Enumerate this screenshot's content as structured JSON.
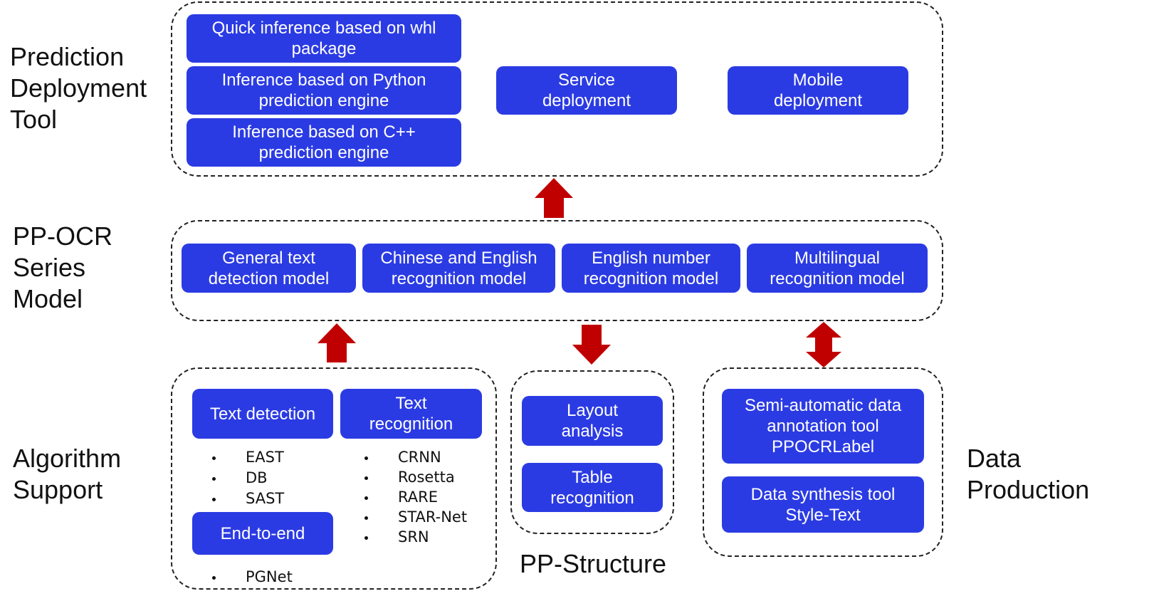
{
  "labels": {
    "prediction_deployment": "Prediction\nDeployment\nTool",
    "ppocr_series": "PP-OCR\nSeries\nModel",
    "algorithm_support": "Algorithm\nSupport",
    "data_production": "Data\nProduction",
    "pp_structure": "PP-Structure"
  },
  "deployment": {
    "whl": "Quick inference based on whl\npackage",
    "python": "Inference based on Python\nprediction engine",
    "cpp": "Inference based on C++\nprediction engine",
    "service": "Service\ndeployment",
    "mobile": "Mobile\ndeployment"
  },
  "models": {
    "detection": "General text\ndetection model",
    "chinese_english": "Chinese and English\nrecognition model",
    "english_number": "English number\nrecognition model",
    "multilingual": "Multilingual\nrecognition model"
  },
  "algorithms": {
    "text_detection": "Text detection",
    "text_recognition": "Text\nrecognition",
    "end_to_end": "End-to-end",
    "detection_items": [
      "EAST",
      "DB",
      "SAST"
    ],
    "recognition_items": [
      "CRNN",
      "Rosetta",
      "RARE",
      "STAR-Net",
      "SRN"
    ],
    "end_to_end_items": [
      "PGNet"
    ]
  },
  "structure": {
    "layout": "Layout\nanalysis",
    "table": "Table\nrecognition"
  },
  "data": {
    "ppocrlabel": "Semi-automatic data\nannotation tool\nPPOCRLabel",
    "style_text": "Data synthesis tool\nStyle-Text"
  },
  "colors": {
    "box": "#2b3be3",
    "arrow": "#c00000"
  }
}
